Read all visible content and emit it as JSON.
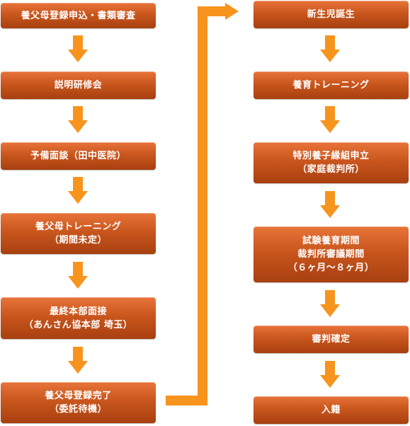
{
  "left_column": [
    {
      "lines": [
        "養父母登録申込・書類審査"
      ]
    },
    {
      "lines": [
        "説明研修会"
      ]
    },
    {
      "lines": [
        "予備面談（田中医院）"
      ]
    },
    {
      "lines": [
        "養父母トレーニング",
        "（期間未定）"
      ]
    },
    {
      "lines": [
        "最終本部面接",
        "（あんさん協本部 埼玉）"
      ]
    },
    {
      "lines": [
        "養父母登録完了",
        "（委託待機）"
      ]
    }
  ],
  "right_column": [
    {
      "lines": [
        "新生児誕生"
      ]
    },
    {
      "lines": [
        "養育トレーニング"
      ]
    },
    {
      "lines": [
        "特別養子縁組申立",
        "（家庭裁判所）"
      ]
    },
    {
      "lines": [
        "試験養育期間",
        "裁判所審議期間",
        "（６ヶ月〜８ヶ月）"
      ]
    },
    {
      "lines": [
        "審判確定"
      ]
    },
    {
      "lines": [
        "入籍"
      ]
    }
  ],
  "colors": {
    "box_top": "#e8743a",
    "box_bottom": "#a84010",
    "arrow": "#f7941d",
    "text": "#ffffff"
  }
}
